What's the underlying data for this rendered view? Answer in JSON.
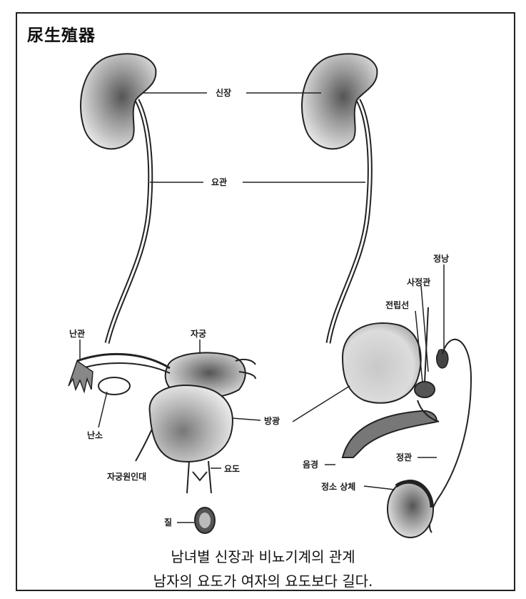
{
  "title": "尿生殖器",
  "labels": {
    "kidney": "신장",
    "ureter": "요관",
    "oviduct": "난관",
    "uterus": "자궁",
    "ovary": "난소",
    "bladder": "방광",
    "round_ligament": "자궁원인대",
    "urethra": "요도",
    "vagina": "질",
    "seminal_vesicle": "정낭",
    "ejaculatory_duct": "사정관",
    "prostate": "전립선",
    "penis": "음경",
    "vas_deferens": "정관",
    "epididymis": "정소 상체"
  },
  "caption": {
    "line1": "남녀별 신장과 비뇨기계의 관계",
    "line2": "남자의 요도가 여자의 요도보다 길다."
  }
}
